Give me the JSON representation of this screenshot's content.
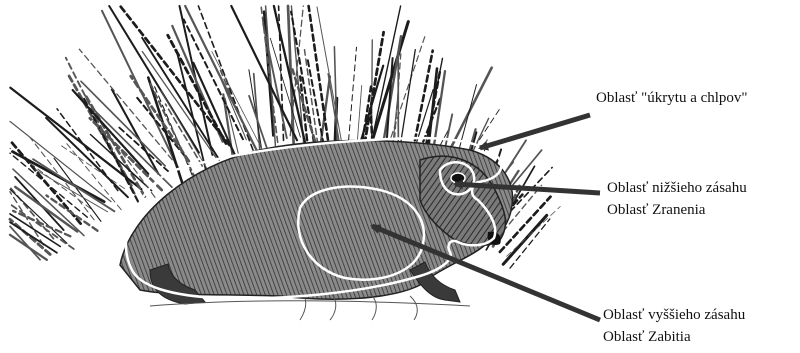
{
  "labels": {
    "cover_zone": "Oblasť \"úkrytu a chlpov\"",
    "lower_hit_zone": "Oblasť nižšieho zásahu",
    "wound_zone": "Oblasť Zranenia",
    "upper_hit_zone": "Oblasť vyššieho zásahu",
    "kill_zone": "Oblasť Zabitia"
  },
  "colors": {
    "ink": "#111111",
    "zone_outline": "#ffffff",
    "arrow": "#333333"
  }
}
